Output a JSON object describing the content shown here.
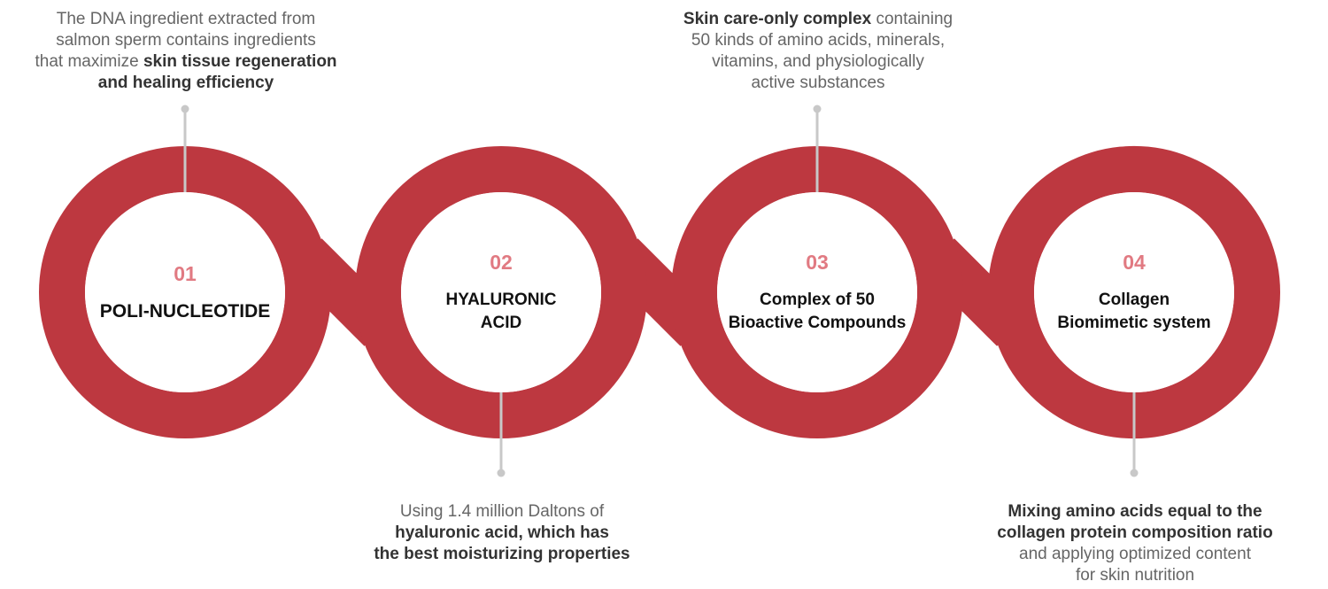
{
  "colors": {
    "ring": "#bd3840",
    "number": "#e17a82",
    "connector": "#c8c8c8"
  },
  "items": [
    {
      "number": "01",
      "title_lines": [
        "POLI-NUCLEOTIDE"
      ],
      "desc_lines": [
        [
          {
            "t": "The DNA ingredient extracted from",
            "b": false
          }
        ],
        [
          {
            "t": "salmon sperm contains ingredients",
            "b": false
          }
        ],
        [
          {
            "t": "that maximize ",
            "b": false
          },
          {
            "t": "skin tissue regeneration",
            "b": true
          }
        ],
        [
          {
            "t": "and healing efficiency",
            "b": true
          }
        ]
      ]
    },
    {
      "number": "02",
      "title_lines": [
        "HYALURONIC",
        "ACID"
      ],
      "desc_lines": [
        [
          {
            "t": "Using 1.4 million Daltons of",
            "b": false
          }
        ],
        [
          {
            "t": "hyaluronic acid, which has",
            "b": true
          }
        ],
        [
          {
            "t": "the best moisturizing properties",
            "b": true
          }
        ]
      ]
    },
    {
      "number": "03",
      "title_lines": [
        "Complex of 50",
        "Bioactive Compounds"
      ],
      "desc_lines": [
        [
          {
            "t": "Skin care-only complex",
            "b": true
          },
          {
            "t": " containing",
            "b": false
          }
        ],
        [
          {
            "t": "50 kinds of amino acids, minerals,",
            "b": false
          }
        ],
        [
          {
            "t": "vitamins, and physiologically",
            "b": false
          }
        ],
        [
          {
            "t": "active substances",
            "b": false
          }
        ]
      ]
    },
    {
      "number": "04",
      "title_lines": [
        "Collagen",
        "Biomimetic system"
      ],
      "desc_lines": [
        [
          {
            "t": "Mixing amino acids equal to the",
            "b": true
          }
        ],
        [
          {
            "t": "collagen protein composition ratio",
            "b": true
          }
        ],
        [
          {
            "t": "and applying optimized content",
            "b": false
          }
        ],
        [
          {
            "t": "for skin nutrition",
            "b": false
          }
        ]
      ]
    }
  ]
}
